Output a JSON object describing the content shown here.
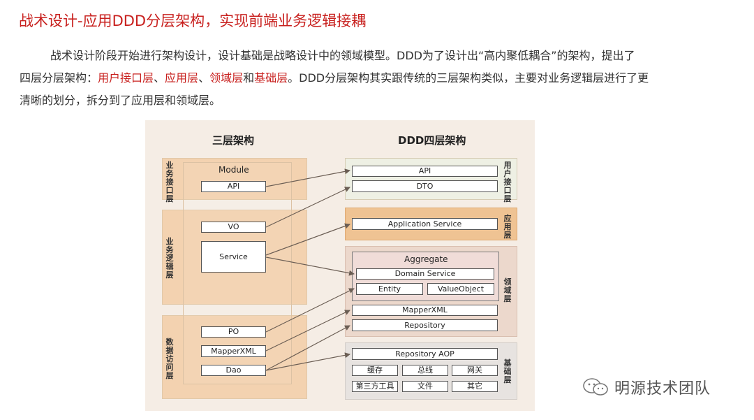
{
  "title": "战术设计-应用DDD分层架构，实现前端业务逻辑接耦",
  "paragraph": {
    "line1": "战术设计阶段开始进行架构设计，设计基础是战略设计中的领域模型。DDD为了设计出“高内聚低耦合”的架构，提出了",
    "line2_prefix": "四层分层架构：",
    "layer_ui": "用户接口层",
    "sep1": "、",
    "layer_app": "应用层",
    "sep2": "、",
    "layer_domain": "领域层",
    "conj": "和",
    "layer_infra": "基础层",
    "line2_suffix": "。DDD分层架构其实跟传统的三层架构类似，主要对业务逻辑层进行了更",
    "line3": "清晰的划分，拆分到了应用层和领域层。"
  },
  "diagram": {
    "left_title": "三层架构",
    "right_title": "DDD四层架构",
    "left_layers": {
      "interface": "业务接口层",
      "logic": "业务逻辑层",
      "data": "数据访问层"
    },
    "module_label": "Module",
    "left_boxes": {
      "api": "API",
      "vo": "VO",
      "service": "Service",
      "po": "PO",
      "mapperxml": "MapperXML",
      "dao": "Dao"
    },
    "right_layers": {
      "ui": "用户接口层",
      "app": "应用层",
      "domain": "领域层",
      "infra": "基础层"
    },
    "right_boxes": {
      "api": "API",
      "dto": "DTO",
      "app_service": "Application Service",
      "aggregate": "Aggregate",
      "domain_service": "Domain Service",
      "entity": "Entity",
      "value_object": "ValueObject",
      "mapperxml": "MapperXML",
      "repository": "Repository",
      "repository_aop": "Repository AOP",
      "cache": "缓存",
      "bus": "总线",
      "gateway": "网关",
      "third_party": "第三方工具",
      "file": "文件",
      "other": "其它"
    }
  },
  "watermark": "明源技术团队",
  "colors": {
    "title_red": "#c8201e",
    "diagram_bg": "#f5ede5",
    "tan_layer": "#f3d2b0",
    "orange_layer": "#efc393",
    "green_layer": "#eef0e4",
    "pink_layer": "#ecd8cc",
    "grey_layer": "#e7e3e0"
  },
  "icons": [
    "wechat-icon"
  ]
}
